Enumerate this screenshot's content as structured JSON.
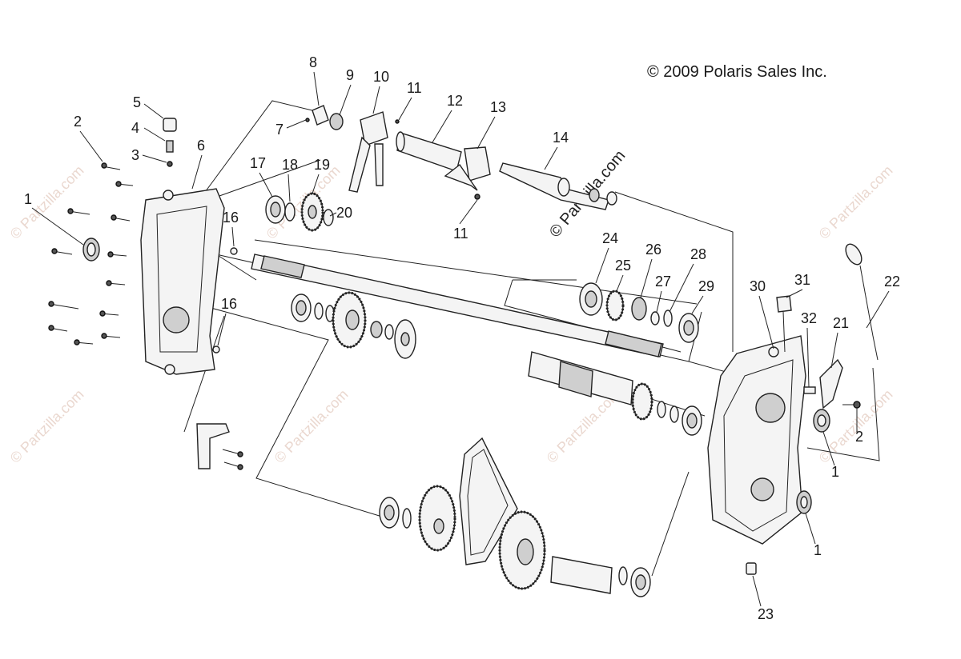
{
  "copyright": "© 2009 Polaris Sales Inc.",
  "watermark_main": "© Partzilla.com",
  "watermark_faint": "© Partzilla.com",
  "callouts": [
    "1",
    "2",
    "3",
    "4",
    "5",
    "6",
    "7",
    "8",
    "9",
    "10",
    "11",
    "12",
    "13",
    "14",
    "16",
    "17",
    "18",
    "19",
    "20",
    "11",
    "24",
    "25",
    "26",
    "27",
    "28",
    "29",
    "16",
    "30",
    "31",
    "32",
    "21",
    "22",
    "2",
    "1",
    "1",
    "23"
  ]
}
